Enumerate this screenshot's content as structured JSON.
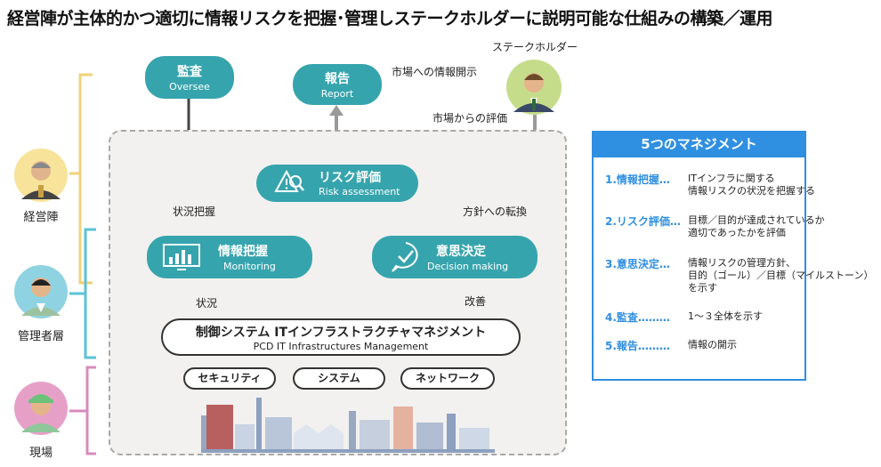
{
  "title": "経営陣が主体的かつ適切に情報リスクを把握･管理しステークホルダーに説明可能な仕組みの構築／運用",
  "roles": [
    "経営陣",
    "管理者層",
    "現場"
  ],
  "stakeholder": "ステークホルダー",
  "nodes": {
    "audit": {
      "ja": "監査",
      "en": "Oversee"
    },
    "report": {
      "ja": "報告",
      "en": "Report"
    },
    "risk": {
      "ja": "リスク評価",
      "en": "Risk assessment"
    },
    "monitoring": {
      "ja": "情報把握",
      "en": "Monitoring"
    },
    "decision": {
      "ja": "意思決定",
      "en": "Decision making"
    },
    "mgmt": {
      "ja": "制御システム ITインフラストラクチャマネジメント",
      "en": "PCD IT Infrastructures Management"
    }
  },
  "subsystems": [
    "セキュリティ",
    "システム",
    "ネットワーク"
  ],
  "flow_labels": {
    "disclose": "市場への情報開示",
    "evaluation": "市場からの評価",
    "grasp": "状況把握",
    "policy": "方針への転換",
    "status": "状況",
    "improve": "改善"
  },
  "panel": {
    "header": "5つのマネジメント",
    "items": [
      {
        "key": "1.情報把握…",
        "val": [
          "ITインフラに関する",
          "情報リスクの状況を把握する"
        ]
      },
      {
        "key": "2.リスク評価…",
        "val": [
          "目標／目的が達成されているか",
          "適切であったかを評価"
        ]
      },
      {
        "key": "3.意思決定…",
        "val": [
          "情報リスクの管理方針、",
          "目的（ゴール）／目標（マイルストーン）",
          "を示す"
        ]
      },
      {
        "key": "4.監査………",
        "val": [
          "1～３全体を示す"
        ]
      },
      {
        "key": "5.報告………",
        "val": [
          "情報の開示"
        ]
      }
    ]
  },
  "colors": {
    "teal": "#36a4ad",
    "blue": "#2f8fe0",
    "yellow": "#f0d27a",
    "cyan": "#5bc3d6",
    "pink": "#d98bbd"
  }
}
